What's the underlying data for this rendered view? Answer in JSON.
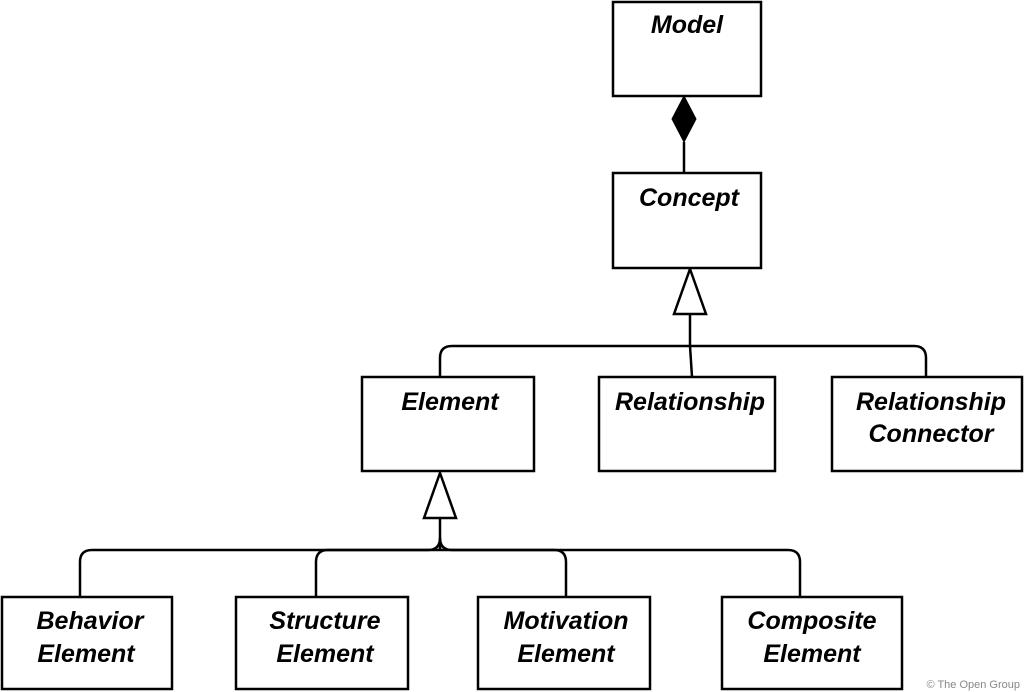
{
  "nodes": {
    "model": {
      "lines": [
        "Model"
      ]
    },
    "concept": {
      "lines": [
        "Concept"
      ]
    },
    "element": {
      "lines": [
        "Element"
      ]
    },
    "relationship": {
      "lines": [
        "Relationship"
      ]
    },
    "relationship_connector": {
      "lines": [
        "Relationship",
        "Connector"
      ]
    },
    "behavior_element": {
      "lines": [
        "Behavior",
        "Element"
      ]
    },
    "structure_element": {
      "lines": [
        "Structure",
        "Element"
      ]
    },
    "motivation_element": {
      "lines": [
        "Motivation",
        "Element"
      ]
    },
    "composite_element": {
      "lines": [
        "Composite",
        "Element"
      ]
    }
  },
  "relations": [
    {
      "type": "composition",
      "whole": "model",
      "part": "concept"
    },
    {
      "type": "generalization",
      "parent": "concept",
      "child": "element"
    },
    {
      "type": "generalization",
      "parent": "concept",
      "child": "relationship"
    },
    {
      "type": "generalization",
      "parent": "concept",
      "child": "relationship_connector"
    },
    {
      "type": "generalization",
      "parent": "element",
      "child": "behavior_element"
    },
    {
      "type": "generalization",
      "parent": "element",
      "child": "structure_element"
    },
    {
      "type": "generalization",
      "parent": "element",
      "child": "motivation_element"
    },
    {
      "type": "generalization",
      "parent": "element",
      "child": "composite_element"
    }
  ],
  "copyright": "© The Open Group"
}
